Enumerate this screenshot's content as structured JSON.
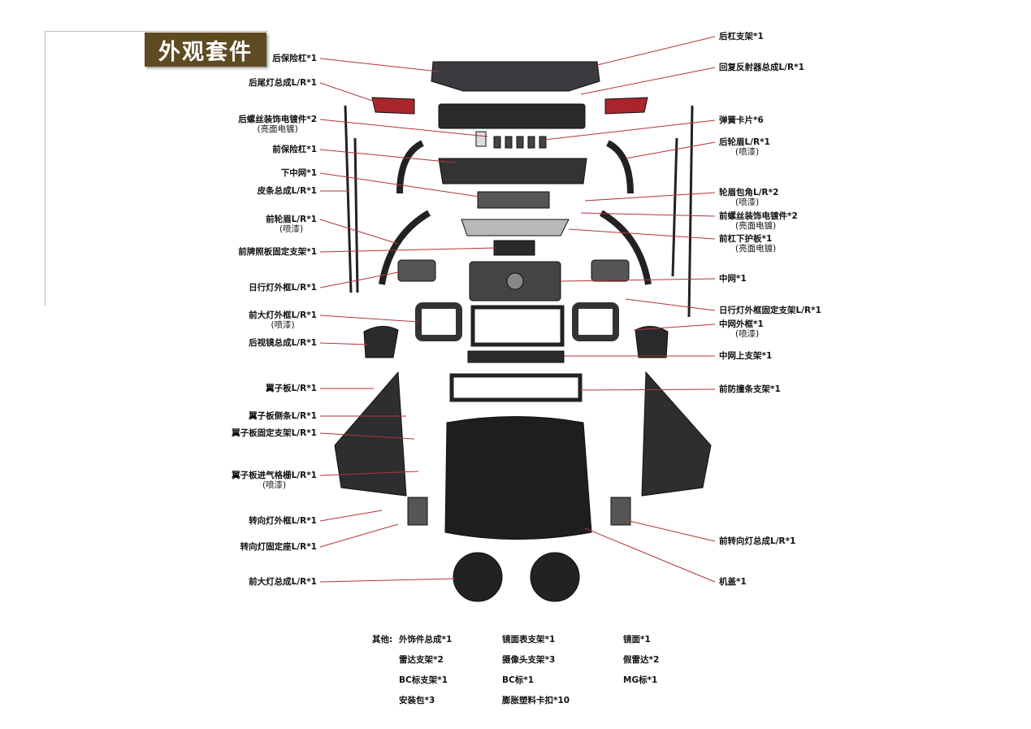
{
  "title": "外观套件",
  "left_labels": [
    {
      "text": "后保险杠*1"
    },
    {
      "text": "后尾灯总成L/R*1"
    },
    {
      "text": "后螺丝装饰电镀件*2",
      "sub": "(亮面电镀)"
    },
    {
      "text": "前保险杠*1"
    },
    {
      "text": "下中网*1"
    },
    {
      "text": "皮条总成L/R*1"
    },
    {
      "text": "前轮眉L/R*1",
      "sub": "(喷漆)"
    },
    {
      "text": "前牌照板固定支架*1"
    },
    {
      "text": "日行灯外框L/R*1"
    },
    {
      "text": "前大灯外框L/R*1",
      "sub": "(喷漆)"
    },
    {
      "text": "后视镜总成L/R*1"
    },
    {
      "text": "翼子板L/R*1"
    },
    {
      "text": "翼子板侧条L/R*1"
    },
    {
      "text": "翼子板固定支架L/R*1"
    },
    {
      "text": "翼子板进气格栅L/R*1",
      "sub": "(喷漆)"
    },
    {
      "text": "转向灯外框L/R*1"
    },
    {
      "text": "转向灯固定座L/R*1"
    },
    {
      "text": "前大灯总成L/R*1"
    }
  ],
  "right_labels": [
    {
      "text": "后杠支架*1"
    },
    {
      "text": "回复反射器总成L/R*1"
    },
    {
      "text": "弹簧卡片*6"
    },
    {
      "text": "后轮眉L/R*1",
      "sub": "(喷漆)"
    },
    {
      "text": "轮眉包角L/R*2",
      "sub": "(喷漆)"
    },
    {
      "text": "前螺丝装饰电镀件*2",
      "sub": "(亮面电镀)"
    },
    {
      "text": "前杠下护板*1",
      "sub": "(亮面电镀)"
    },
    {
      "text": "中网*1"
    },
    {
      "text": "日行灯外框固定支架L/R*1"
    },
    {
      "text": "中网外框*1",
      "sub": "(喷漆)"
    },
    {
      "text": "中网上支架*1"
    },
    {
      "text": "前防撞条支架*1"
    },
    {
      "text": "前转向灯总成L/R*1"
    },
    {
      "text": "机盖*1"
    }
  ],
  "others": {
    "heading": "其他:",
    "items": [
      "外饰件总成*1",
      "镜面表支架*1",
      "镜面*1",
      "雷达支架*2",
      "摄像头支架*3",
      "假雷达*2",
      "BC标支架*1",
      "BC标*1",
      "MG标*1",
      "安装包*3",
      "膨胀塑料卡扣*10"
    ]
  },
  "colors": {
    "leader_line": "#b3343a",
    "title_bg": "#5e4b22",
    "part": "#2a2a2c"
  }
}
